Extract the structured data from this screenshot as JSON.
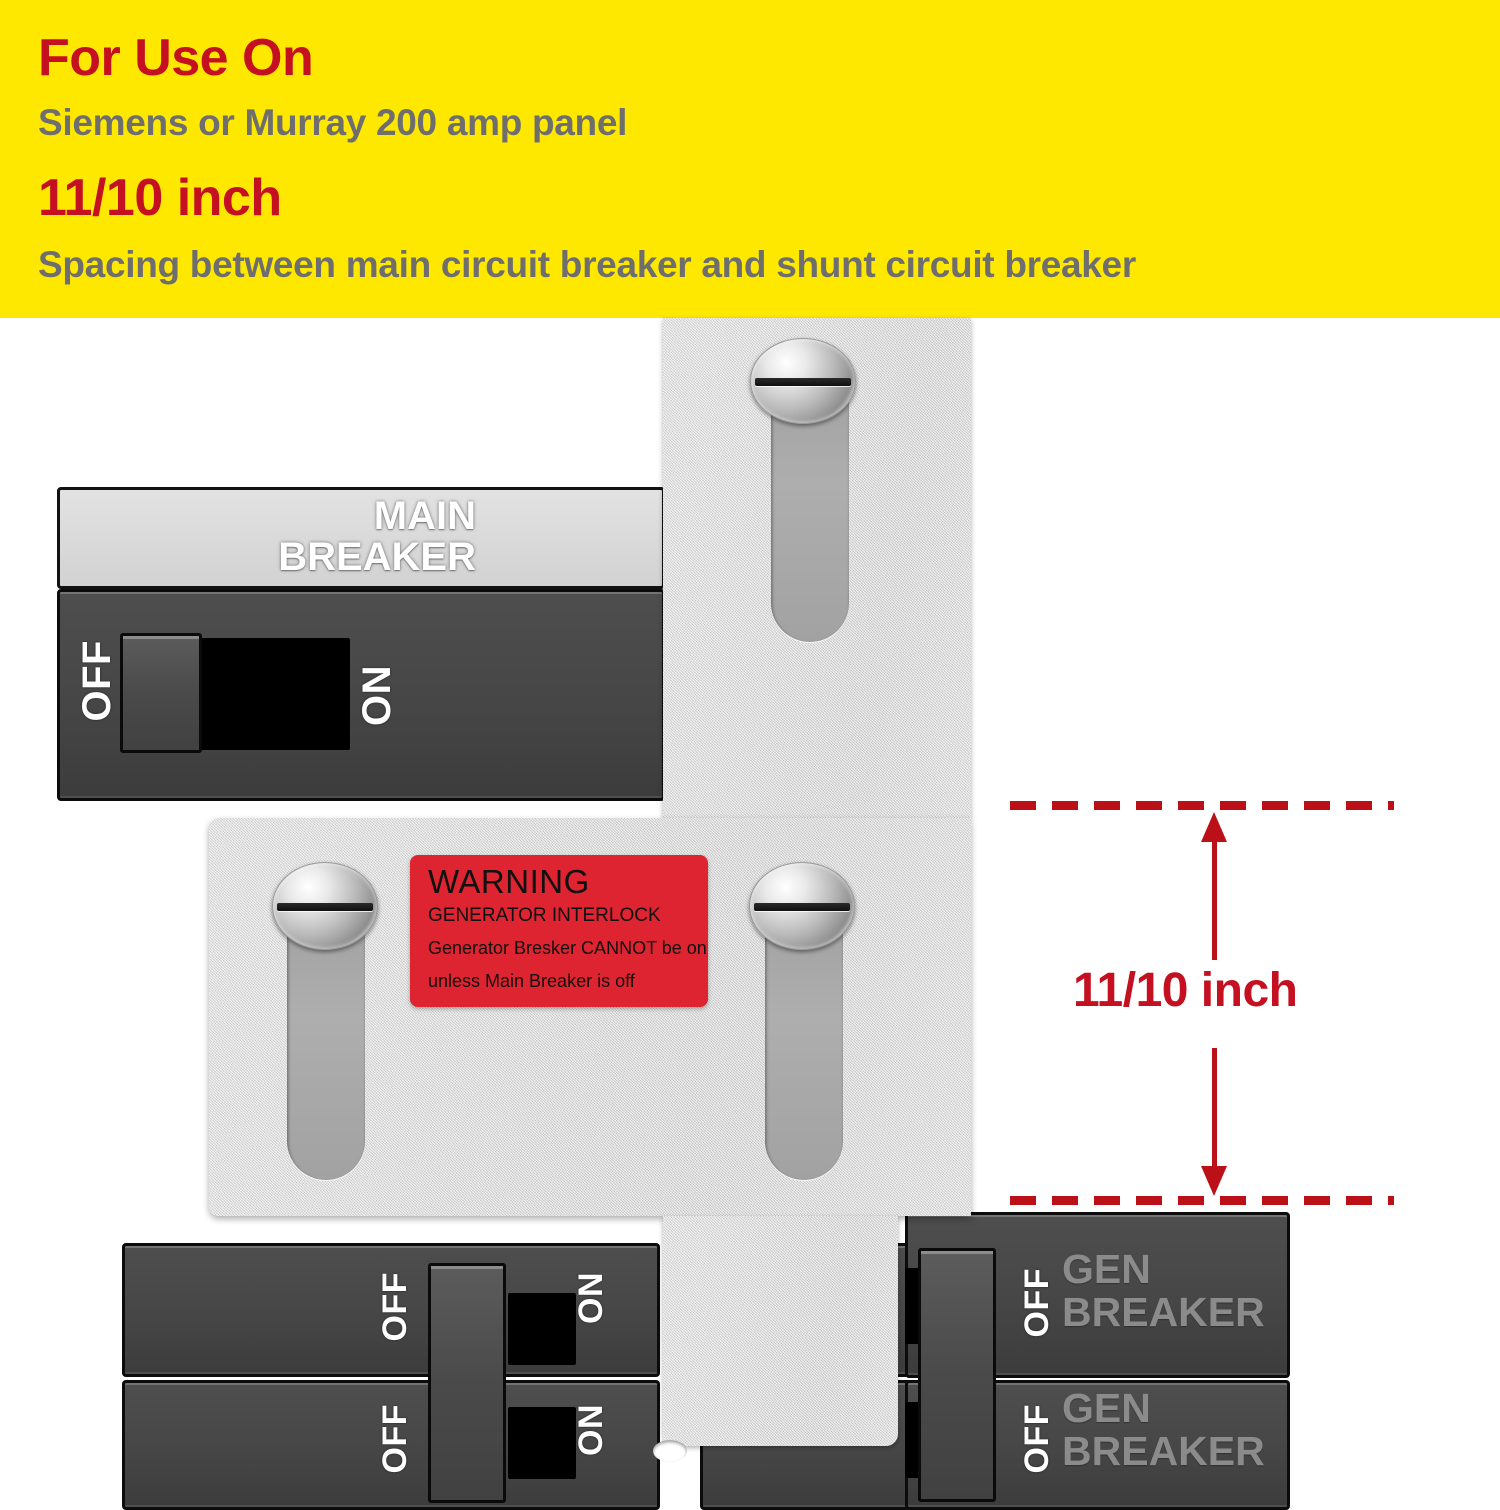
{
  "banner": {
    "title": "For Use On",
    "subtitle": "Siemens or Murray 200 amp panel",
    "dimension": "11/10 inch",
    "note": "Spacing between main circuit breaker and shunt circuit breaker",
    "background_color": "#ffe800",
    "title_color": "#c41020",
    "subtitle_color": "#6e6e6e"
  },
  "main_breaker": {
    "label": "MAIN\nBREAKER",
    "label_line1": "MAIN",
    "label_line2": "BREAKER",
    "off_label": "OFF",
    "on_label": "ON",
    "position": "OFF"
  },
  "lower_left_breaker": {
    "rows": [
      {
        "off_label": "OFF",
        "on_label": "ON"
      },
      {
        "off_label": "OFF",
        "on_label": "ON"
      }
    ]
  },
  "gen_breaker": {
    "rows": [
      {
        "off_label": "OFF",
        "name_line1": "GEN",
        "name_line2": "BREAKER"
      },
      {
        "off_label": "OFF",
        "name_line1": "GEN",
        "name_line2": "BREAKER"
      }
    ],
    "text_color": "#8b8b8b"
  },
  "warning_label": {
    "heading": "WARNING",
    "subheading": "GENERATOR INTERLOCK",
    "body_line1": "Generator Bresker CANNOT be on",
    "body_line2": "unless Main Breaker is off",
    "background_color": "#dd2430",
    "text_color": "#111111"
  },
  "dimension_callout": {
    "label": "11/10 inch",
    "color": "#bb1018",
    "label_color": "#c41020",
    "style": "dashed-guides-with-double-arrow"
  },
  "interlock_plate": {
    "finish": "brushed-metal",
    "color": "#dcdcdc",
    "screws": 3,
    "slots": 3
  }
}
